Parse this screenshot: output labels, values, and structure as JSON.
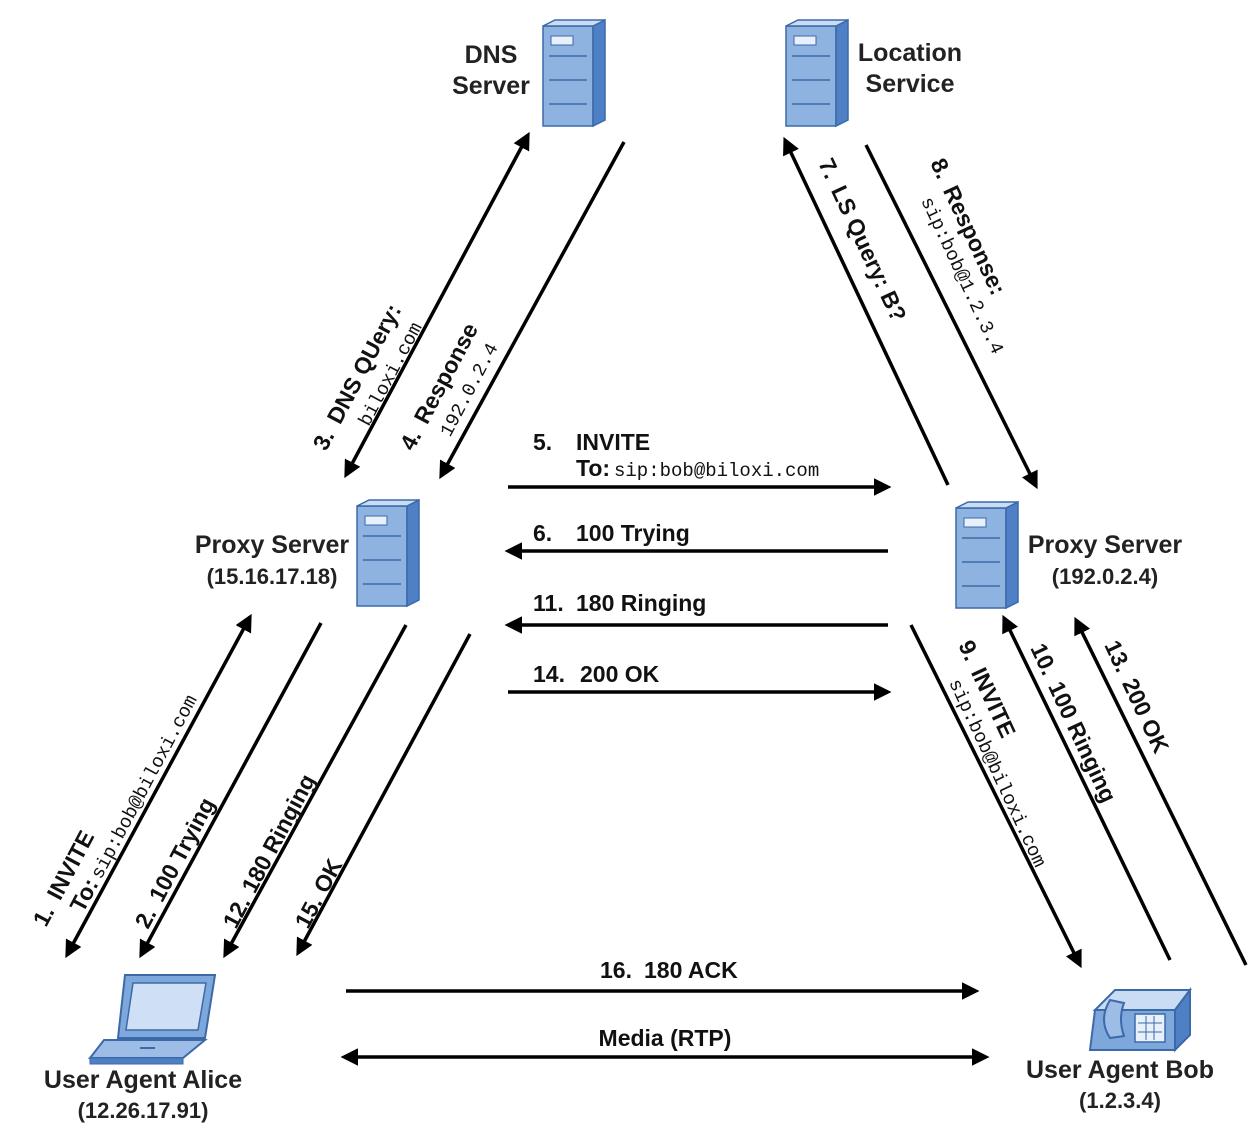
{
  "nodes": {
    "dns_server": {
      "line1": "DNS",
      "line2": "Server"
    },
    "location_service": {
      "line1": "Location",
      "line2": "Service"
    },
    "proxy_left": {
      "name": "Proxy Server",
      "ip": "(15.16.17.18)"
    },
    "proxy_right": {
      "name": "Proxy Server",
      "ip": "(192.0.2.4)"
    },
    "alice": {
      "name": "User Agent Alice",
      "ip": "(12.26.17.91)"
    },
    "bob": {
      "name": "User Agent Bob",
      "ip": "(1.2.3.4)"
    }
  },
  "messages": {
    "m1": {
      "num": "1.",
      "text": "INVITE",
      "to_label": "To:",
      "to_value": "sip:bob@biloxi.com"
    },
    "m2": {
      "num": "2.",
      "text": "100 Trying"
    },
    "m3": {
      "num": "3.",
      "text": "DNS QUery:",
      "detail": "biloxi.com"
    },
    "m4": {
      "num": "4.",
      "text": "Response",
      "detail": "192.0.2.4"
    },
    "m5": {
      "num": "5.",
      "text": "INVITE",
      "to_label": "To:",
      "to_value": "sip:bob@biloxi.com"
    },
    "m6": {
      "num": "6.",
      "text": "100 Trying"
    },
    "m7": {
      "num": "7.",
      "text": "LS Query: B?"
    },
    "m8": {
      "num": "8.",
      "text": "Response:",
      "detail": "sip:bob@1.2.3.4"
    },
    "m9": {
      "num": "9.",
      "text": "INVITE",
      "detail": "sip:bob@biloxi.com"
    },
    "m10": {
      "num": "10.",
      "text": "100 Ringing"
    },
    "m11": {
      "num": "11.",
      "text": "180 Ringing"
    },
    "m12": {
      "num": "12.",
      "text": "180 Ringing"
    },
    "m13": {
      "num": "13.",
      "text": "200 OK"
    },
    "m14": {
      "num": "14.",
      "text": "200 OK"
    },
    "m15": {
      "num": "15.",
      "text": "OK"
    },
    "m16": {
      "num": "16.",
      "text": "180 ACK"
    },
    "media": {
      "text": "Media (RTP)"
    }
  },
  "colors": {
    "server_front": "#8fb3e0",
    "server_side": "#4f7fc4",
    "server_top": "#c9dcf3",
    "device_blue": "#7ea8dc",
    "arrow": "#000000"
  },
  "icons": {
    "dns_server": "server-tower-icon",
    "location_service": "server-tower-icon",
    "proxy_left": "server-tower-icon",
    "proxy_right": "server-tower-icon",
    "alice": "laptop-icon",
    "bob": "desk-phone-icon"
  }
}
